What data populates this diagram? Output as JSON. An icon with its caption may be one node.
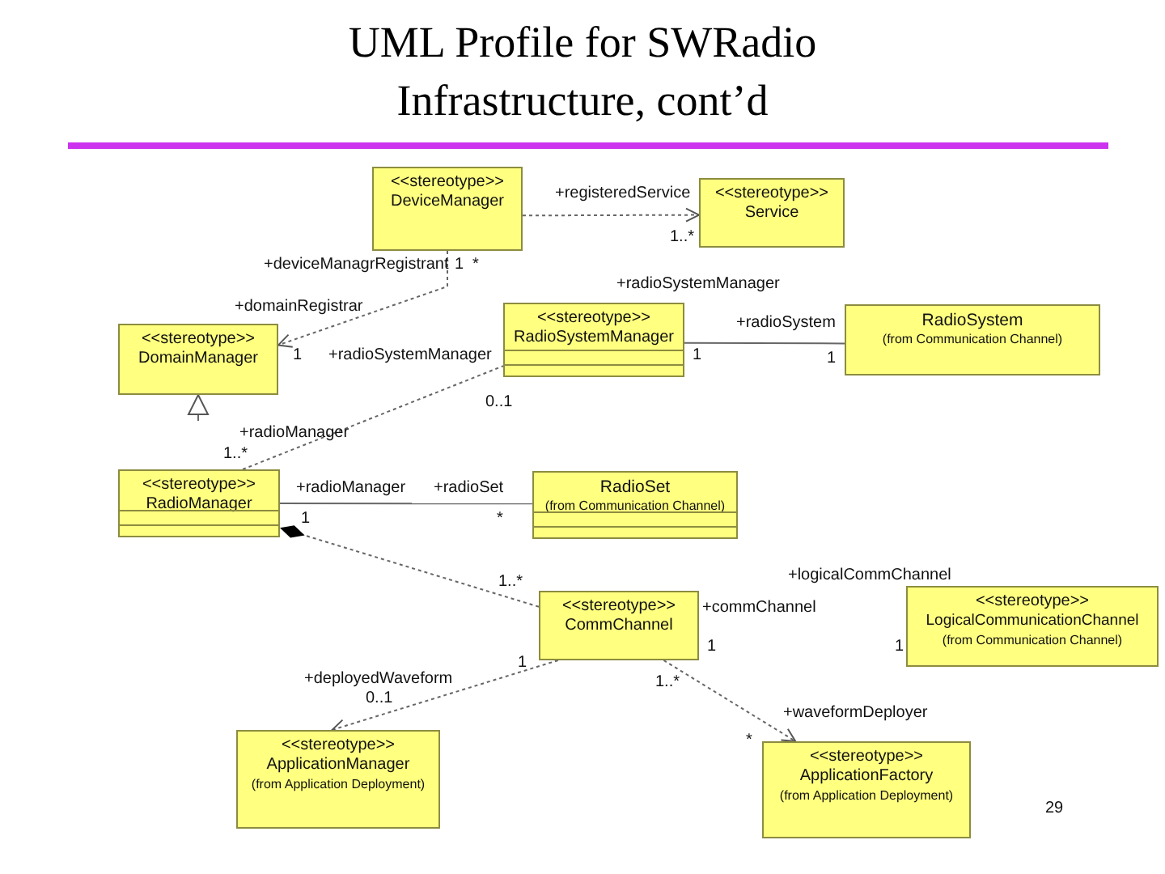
{
  "diagram": {
    "title": "UML Profile for SWRadio Infrastructure, cont’d",
    "nodes": [
      {
        "text": [
          "<<stereotype>>",
          "DeviceManager"
        ]
      },
      {
        "text": [
          "<<stereotype>>",
          "Service"
        ]
      },
      {
        "text": [
          "<<stereotype>>",
          "DomainManager"
        ]
      },
      {
        "text": [
          "<<stereotype>>",
          "RadioSystemManager"
        ]
      },
      {
        "text": [
          "RadioSystem",
          "(from Communication Channel)"
        ]
      },
      {
        "text": [
          "<<stereotype>>",
          "RadioManager"
        ]
      },
      {
        "text": [
          "RadioSet",
          "(from Communication Channel)"
        ]
      },
      {
        "text": [
          "<<stereotype>>",
          "CommChannel"
        ]
      },
      {
        "text": [
          "<<stereotype>>",
          "LogicalCommunicationChannel",
          "(from Communication Channel)"
        ]
      },
      {
        "text": [
          "<<stereotype>>",
          "ApplicationManager",
          "(from Application Deployment)"
        ]
      },
      {
        "text": [
          "<<stereotype>>",
          "ApplicationFactory",
          "(from Application Deployment)"
        ]
      }
    ],
    "edges": [
      {
        "from": 0,
        "to": 2,
        "arrow": "to",
        "style": "dashed"
      },
      {
        "from": 0,
        "to": 1,
        "arrow": "to",
        "style": "dashed"
      },
      {
        "from": 5,
        "to": 3,
        "arrow": "none",
        "style": "dashed"
      },
      {
        "from": 3,
        "to": 4,
        "arrow": "none"
      },
      {
        "from": 5,
        "to": 6,
        "arrow": "none"
      },
      {
        "from": 7,
        "to": 5,
        "arrow": "other",
        "style": "dashed"
      },
      {
        "from": 7,
        "to": 9,
        "arrow": "to",
        "style": "dashed"
      },
      {
        "from": 7,
        "to": 10,
        "arrow": "to",
        "style": "dashed"
      },
      {
        "from": null,
        "to": 2,
        "arrow": "to"
      }
    ],
    "labels": [
      "+registeredService",
      "1..*",
      "+deviceManagrRegistrant",
      "1",
      "*",
      "+radioSystemManager",
      "+domainRegistrar",
      "+radioSystem",
      "1",
      "1",
      "1",
      "+radioSystemManager",
      "0..1",
      "+radioManager",
      "1..*",
      "+radioManager",
      "+radioSet",
      "1",
      "*",
      "1..*",
      "+logicalCommChannel",
      "+commChannel",
      "1",
      "1",
      "1",
      "+deployedWaveform",
      "0..1",
      "1..*",
      "+waveformDeployer",
      "*",
      "29"
    ]
  }
}
